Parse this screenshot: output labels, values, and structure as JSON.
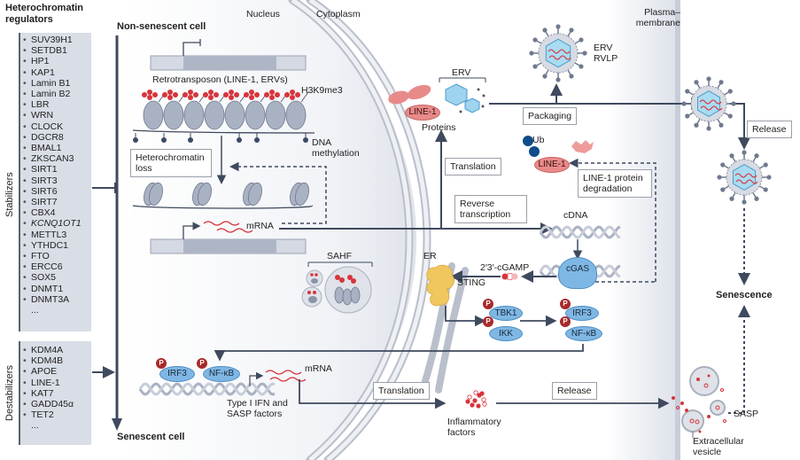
{
  "regulators": {
    "title": "Heterochromatin regulators",
    "stabilizers": {
      "label": "Stabilizers",
      "items": [
        "SUV39H1",
        "SETDB1",
        "HP1",
        "KAP1",
        "Lamin B1",
        "Lamin B2",
        "LBR",
        "WRN",
        "CLOCK",
        "DGCR8",
        "BMAL1",
        "ZKSCAN3",
        "SIRT1",
        "SIRT3",
        "SIRT6",
        "SIRT7",
        "CBX4",
        "KCNQ1OT1",
        "METTL3",
        "YTHDC1",
        "FTO",
        "ERCC6",
        "SOX5",
        "DNMT1",
        "DNMT3A",
        "..."
      ],
      "italic_items": [
        "KCNQ1OT1"
      ]
    },
    "destabilizers": {
      "label": "Destabilizers",
      "items": [
        "KDM4A",
        "KDM4B",
        "APOE",
        "LINE-1",
        "KAT7",
        "GADD45α",
        "TET2",
        "..."
      ]
    }
  },
  "states": {
    "non_senescent": "Non-senescent cell",
    "senescent": "Senescent cell",
    "senescence": "Senescence"
  },
  "compartments": {
    "nucleus": "Nucleus",
    "cytoplasm": "Cytoplasm",
    "plasma_membrane": "Plasma– membrane",
    "er": "ER"
  },
  "nucleus_labels": {
    "retrotransposon": "Retrotransposon (LINE-1, ERVs)",
    "h3k9me3": "H3K9me3",
    "dna_methylation": "DNA methylation",
    "heterochromatin_loss": "Heterochromatin loss",
    "mrna_top": "mRNA",
    "sahf": "SAHF",
    "irf3": "IRF3",
    "nfkb": "NF-κB",
    "p": "P",
    "type1_ifn": "Type I IFN and SASP factors",
    "mrna_bottom": "mRNA"
  },
  "cytoplasm_labels": {
    "erv": "ERV",
    "line1": "LINE-1",
    "proteins": "Proteins",
    "translation_top": "Translation",
    "packaging": "Packaging",
    "erv_rvlp": "ERV RVLP",
    "ub": "Ub",
    "line1_ub": "LINE-1",
    "line1_degradation": "LINE-1 protein degradation",
    "reverse_transcription": "Reverse transcription",
    "cdna": "cDNA",
    "cgas": "cGAS",
    "cgamp": "2′3′-cGAMP",
    "sting": "STING",
    "tbk1": "TBK1",
    "ikk": "IKK",
    "irf3": "IRF3",
    "nfkb": "NF-κB",
    "translation_bottom": "Translation",
    "inflammatory": "Inflammatory factors",
    "release_bottom": "Release"
  },
  "extracellular_labels": {
    "release_top": "Release",
    "sasp": "SASP",
    "ev": "Extracellular vesicle"
  },
  "colors": {
    "arrow": "#3f4a5e",
    "panel_bg": "#d9dde6",
    "nucleosome": "#a9b2c3",
    "h3k9me3": "#d8343c",
    "methyl": "#3b4a66",
    "protein_blue": "#7fb7e4",
    "line1_red": "#e88a8a",
    "sting_yellow": "#f0c75e",
    "ub_blue": "#0f4c8a",
    "p_badge": "#a82a2a"
  }
}
